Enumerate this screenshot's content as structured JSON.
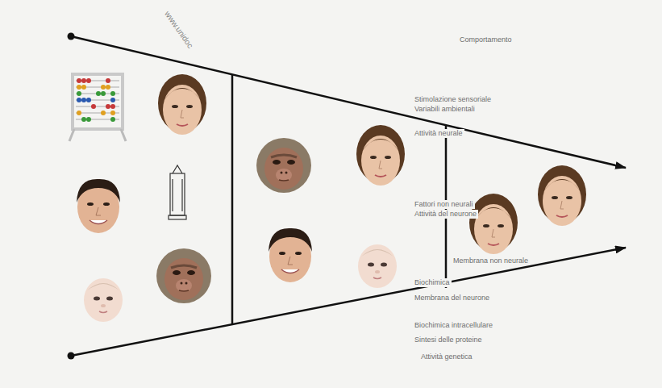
{
  "diagram": {
    "labels": [
      "www.unidoc",
      "Comportamento",
      "Stimolazione sensoriale",
      "Variabili ambientali",
      "Attività neurale",
      "Fattori non neurali",
      "Attività del neurone",
      "Membrana non neurale",
      "Biochimica",
      "Membrana del neurone",
      "Biochimica intracellulare",
      "Sintesi delle proteine",
      "Attività genetica"
    ]
  }
}
